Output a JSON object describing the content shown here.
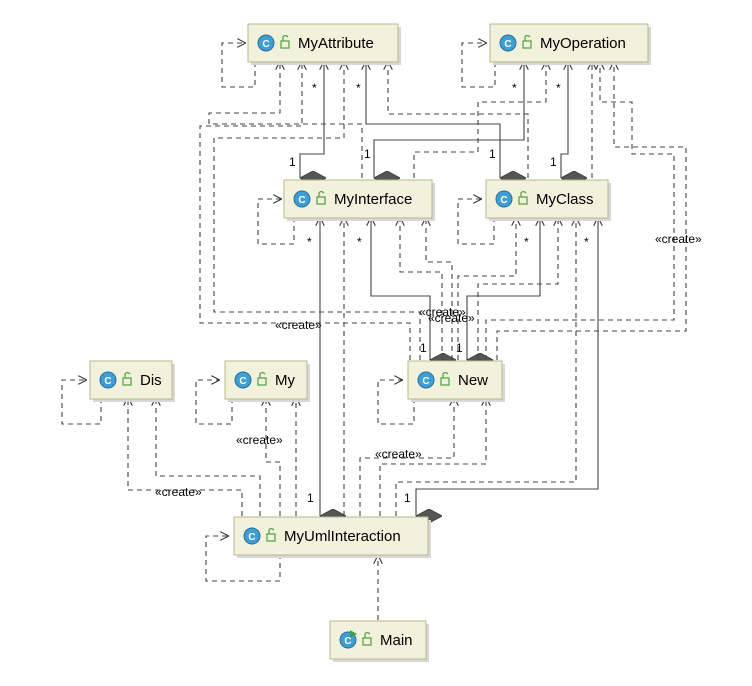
{
  "classes": [
    {
      "id": "MyAttribute",
      "name": "MyAttribute"
    },
    {
      "id": "MyOperation",
      "name": "MyOperation"
    },
    {
      "id": "MyInterface",
      "name": "MyInterface"
    },
    {
      "id": "MyClass",
      "name": "MyClass"
    },
    {
      "id": "Dis",
      "name": "Dis"
    },
    {
      "id": "My",
      "name": "My"
    },
    {
      "id": "New",
      "name": "New"
    },
    {
      "id": "MyUmlInteraction",
      "name": "MyUmlInteraction"
    },
    {
      "id": "Main",
      "name": "Main"
    }
  ],
  "labels": {
    "create": "«create»",
    "many": "*",
    "one": "1",
    "class_icon_letter": "C"
  },
  "colors": {
    "box_fill": "#f1f1dc",
    "box_border": "#b9b98c",
    "icon_fill": "#3f9fd4",
    "lock_color": "#5aa54a",
    "run_arrow": "#3aa34a"
  },
  "icons": {
    "class": "class-icon",
    "access": "public-lock-icon",
    "runnable": "run-icon"
  }
}
